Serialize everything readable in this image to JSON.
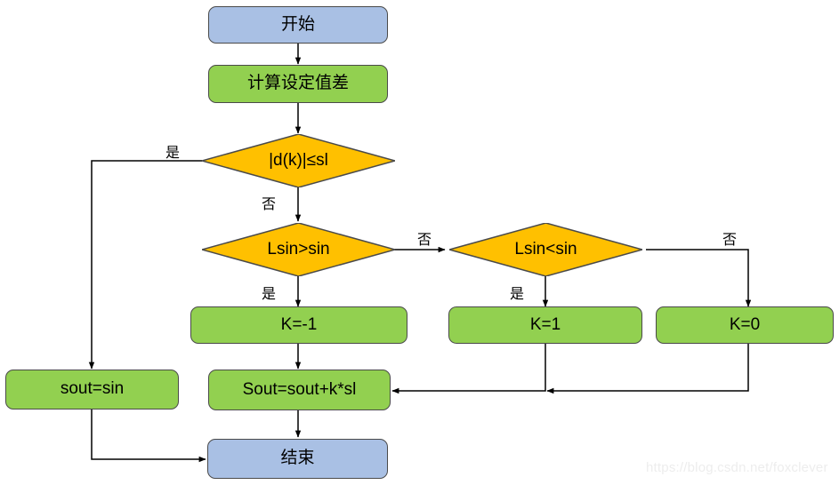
{
  "diagram": {
    "title": "Flowchart",
    "colors": {
      "terminal_fill": "#a9c0e4",
      "process_fill": "#92d050",
      "decision_fill": "#ffc000",
      "stroke": "#4a4a4a",
      "edge": "#000000",
      "watermark": "#ededed"
    },
    "nodes": {
      "start": "开始",
      "compute_diff": "计算设定值差",
      "decision_1": "|d(k)|≤sl",
      "decision_2": "Lsin>sin",
      "decision_3": "Lsin<sin",
      "k_neg1": "K=-1",
      "k_pos1": "K=1",
      "k_zero": "K=0",
      "sout_eq_sin": "sout=sin",
      "sout_update": "Sout=sout+k*sl",
      "end": "结束"
    },
    "edge_labels": {
      "d1_yes": "是",
      "d1_no": "否",
      "d2_yes": "是",
      "d2_no": "否",
      "d3_yes": "是",
      "d3_no": "否"
    },
    "watermark": "https://blog.csdn.net/foxclever"
  }
}
